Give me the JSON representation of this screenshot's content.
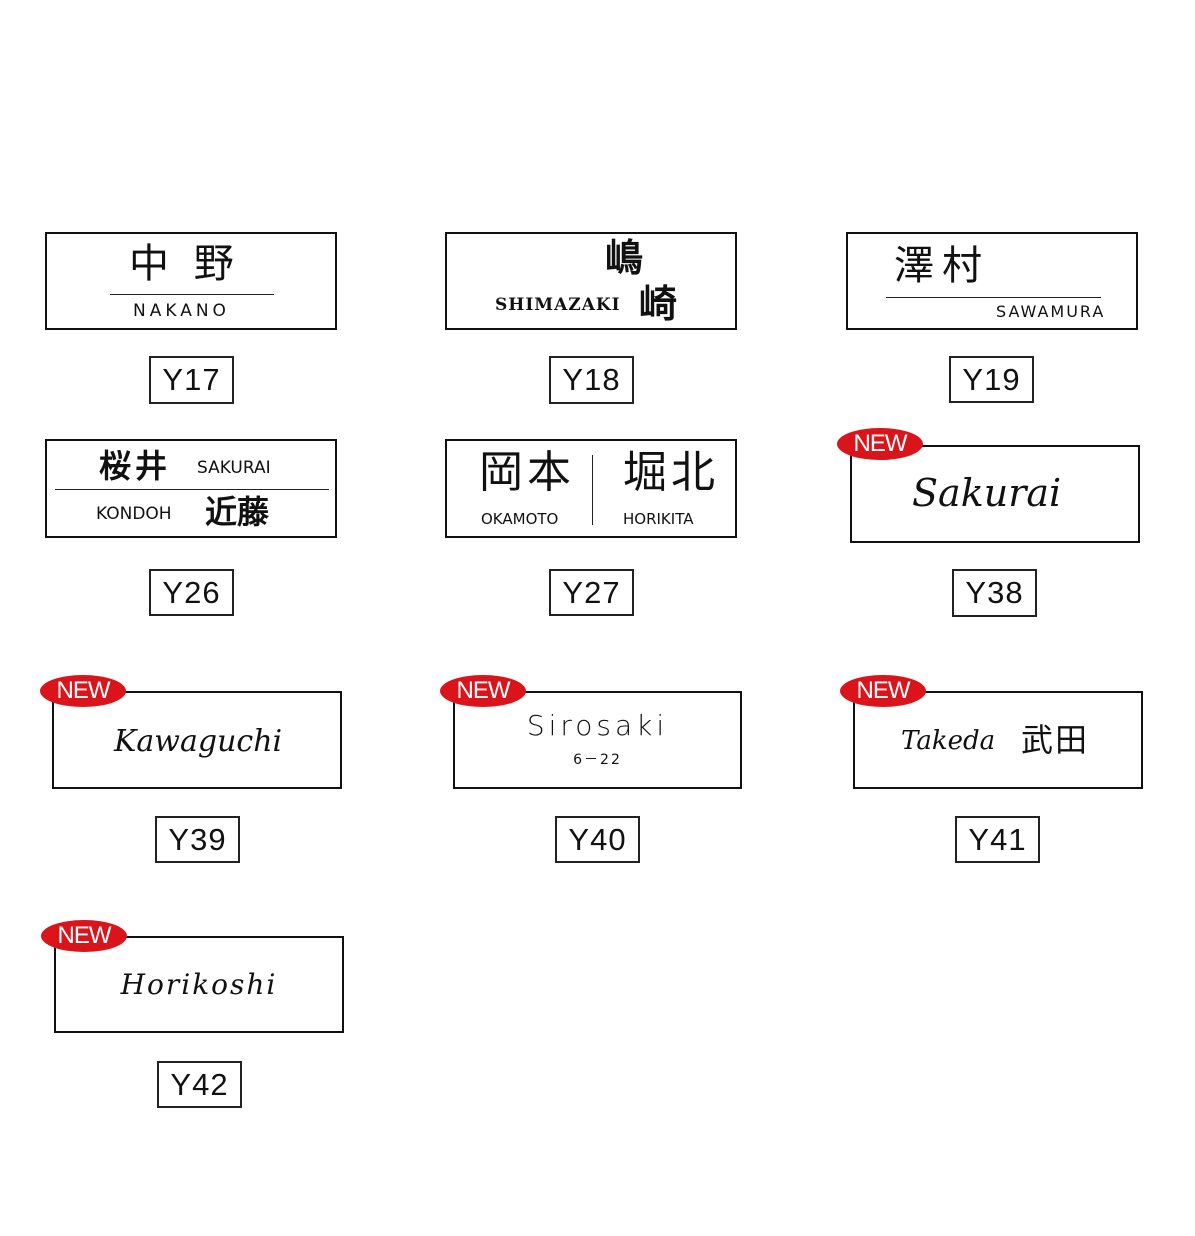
{
  "items": [
    {
      "code": "Y17",
      "is_new": false,
      "kanji": "中 野",
      "romaji": "NAKANO"
    },
    {
      "code": "Y18",
      "is_new": false,
      "kanji_top": "嶋",
      "kanji_bottom": "崎",
      "romaji": "SHIMAZAKI"
    },
    {
      "code": "Y19",
      "is_new": false,
      "kanji": "澤村",
      "romaji": "SAWAMURA"
    },
    {
      "code": "Y26",
      "is_new": false,
      "kanji_1": "桜井",
      "romaji_1": "SAKURAI",
      "romaji_2": "KONDOH",
      "kanji_2": "近藤"
    },
    {
      "code": "Y27",
      "is_new": false,
      "kanji_1": "岡本",
      "romaji_1": "OKAMOTO",
      "kanji_2": "堀北",
      "romaji_2": "HORIKITA"
    },
    {
      "code": "Y38",
      "is_new": true,
      "script": "Sakurai"
    },
    {
      "code": "Y39",
      "is_new": true,
      "script": "Kawaguchi"
    },
    {
      "code": "Y40",
      "is_new": true,
      "name": "Sirosaki",
      "number": "6－22"
    },
    {
      "code": "Y41",
      "is_new": true,
      "script": "Takeda",
      "kanji": "武田"
    },
    {
      "code": "Y42",
      "is_new": true,
      "script": "Horikoshi"
    }
  ],
  "badge_label": "NEW",
  "colors": {
    "badge": "#d9141b",
    "border": "#111111"
  }
}
